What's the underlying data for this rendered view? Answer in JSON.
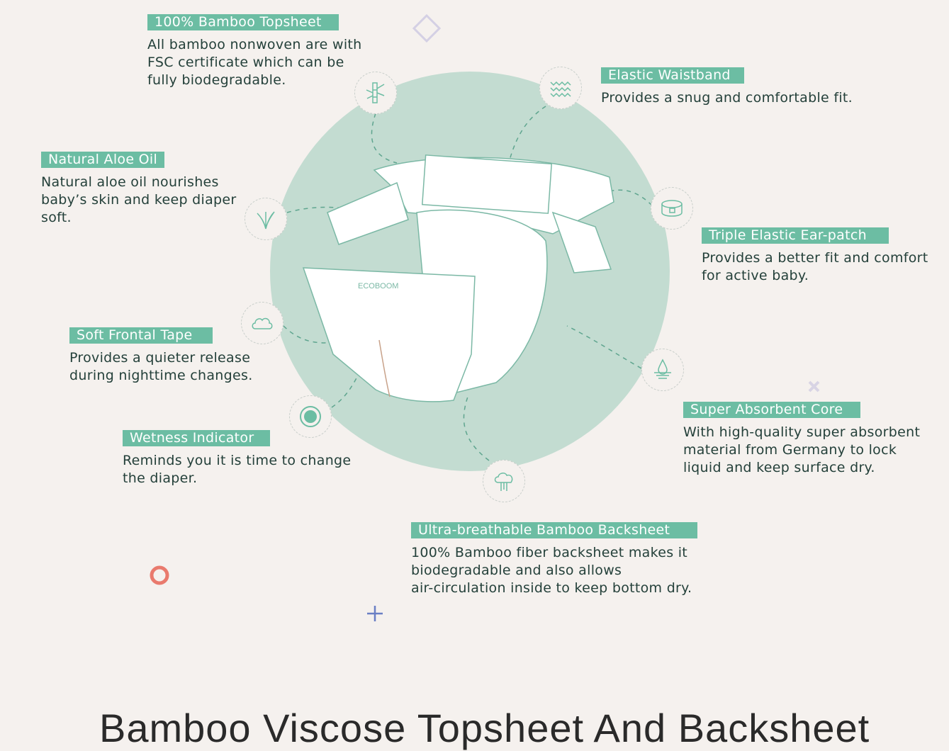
{
  "features": [
    {
      "label": "100% Bamboo Topsheet",
      "desc": [
        "All bamboo nonwoven are with",
        "FSC certificate which can be",
        "fully biodegradable."
      ],
      "icon": "bamboo-icon"
    },
    {
      "label": "Elastic Waistband",
      "desc": [
        "Provides a snug and comfortable fit."
      ],
      "icon": "waves-icon"
    },
    {
      "label": "Natural Aloe Oil",
      "desc": [
        "Natural aloe oil nourishes",
        "baby’s skin and keep diaper",
        "soft."
      ],
      "icon": "aloe-icon"
    },
    {
      "label": "Triple Elastic Ear-patch",
      "desc": [
        "Provides a better fit and comfort",
        "for active baby."
      ],
      "icon": "belt-icon"
    },
    {
      "label": "Soft Frontal Tape",
      "desc": [
        "Provides a quieter release",
        "during nighttime changes."
      ],
      "icon": "cloud-icon"
    },
    {
      "label": "Super Absorbent Core",
      "desc": [
        "With high-quality super absorbent",
        "material from Germany to lock",
        "liquid and keep surface dry."
      ],
      "icon": "droplet-icon"
    },
    {
      "label": "Wetness Indicator",
      "desc": [
        "Reminds you it is time to change",
        "the diaper."
      ],
      "icon": "indicator-icon"
    },
    {
      "label": "Ultra-breathable Bamboo Backsheet",
      "desc": [
        "100% Bamboo fiber backsheet makes it",
        "biodegradable and also allows",
        "air-circulation inside to keep bottom dry."
      ],
      "icon": "breathable-icon"
    }
  ],
  "brand": "ECOBOOM",
  "title": "Bamboo Viscose Topsheet And Backsheet",
  "colors": {
    "accent": "#6cbda3",
    "circle": "#c3dcd1",
    "background": "#f5f1ee",
    "text": "#24403a"
  }
}
